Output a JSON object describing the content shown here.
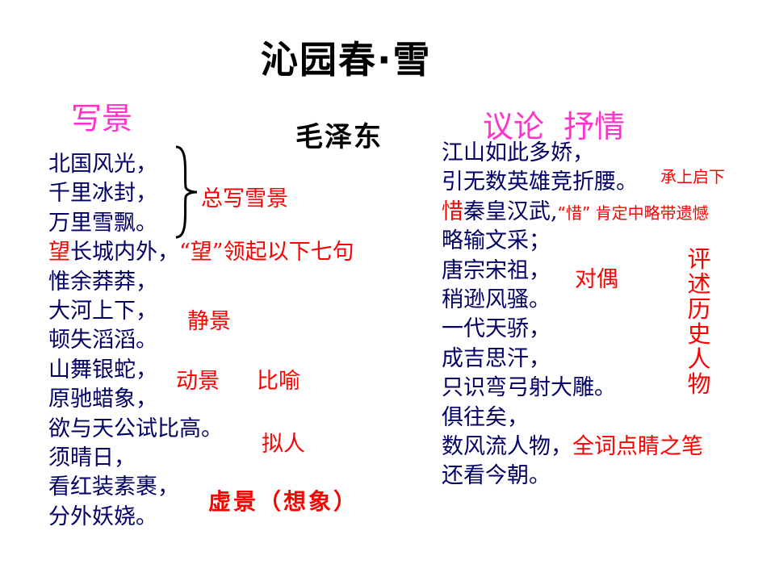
{
  "title": "沁园春·雪",
  "author": "毛泽东",
  "sections": {
    "left": "写景",
    "right": "议论  抒情"
  },
  "poem_left": [
    {
      "hl": "",
      "text": "北国风光，"
    },
    {
      "hl": "",
      "text": "千里冰封，"
    },
    {
      "hl": "",
      "text": "万里雪飘。"
    },
    {
      "hl": "望",
      "text": "长城内外，",
      "note": "“望”领起以下七句"
    },
    {
      "hl": "",
      "text": "惟余莽莽，"
    },
    {
      "hl": "",
      "text": "大河上下，"
    },
    {
      "hl": "",
      "text": "顿失滔滔。"
    },
    {
      "hl": "",
      "text": "山舞银蛇，"
    },
    {
      "hl": "",
      "text": "原驰蜡象，"
    },
    {
      "hl": "",
      "text": "欲与天公试比高。"
    },
    {
      "hl": "",
      "text": "须晴日，"
    },
    {
      "hl": "",
      "text": "看红装素裹，"
    },
    {
      "hl": "",
      "text": "分外妖娆。"
    }
  ],
  "poem_right": [
    {
      "hl": "",
      "text": "江山如此多娇，"
    },
    {
      "hl": "",
      "text": "引无数英雄竞折腰。"
    },
    {
      "hl": "惜",
      "text": "秦皇汉武,",
      "note": "“惜” 肯定中略带遗憾"
    },
    {
      "hl": "",
      "text": "略输文采；"
    },
    {
      "hl": "",
      "text": "唐宗宋祖，"
    },
    {
      "hl": "",
      "text": "稍逊风骚。"
    },
    {
      "hl": "",
      "text": "一代天骄，"
    },
    {
      "hl": "",
      "text": "成吉思汗，"
    },
    {
      "hl": "",
      "text": "只识弯弓射大雕。"
    },
    {
      "hl": "",
      "text": "俱往矣，"
    },
    {
      "hl": "",
      "text": "数风流人物，",
      "note": "全词点睛之笔"
    },
    {
      "hl": "",
      "text": "还看今朝。"
    }
  ],
  "notes": {
    "overview": "总写雪景",
    "static_scene": "静景",
    "dynamic_scene": "动景",
    "metaphor": "比喻",
    "personification": "拟人",
    "imagined_scene": "虚景（想象）",
    "transition": "承上启下",
    "parallelism": "对偶",
    "historical_figures": "评述历史人物"
  },
  "colors": {
    "poem_text": "#000066",
    "annotation": "#ff0000",
    "section_heading": "#ff33cc",
    "title": "#000000"
  }
}
